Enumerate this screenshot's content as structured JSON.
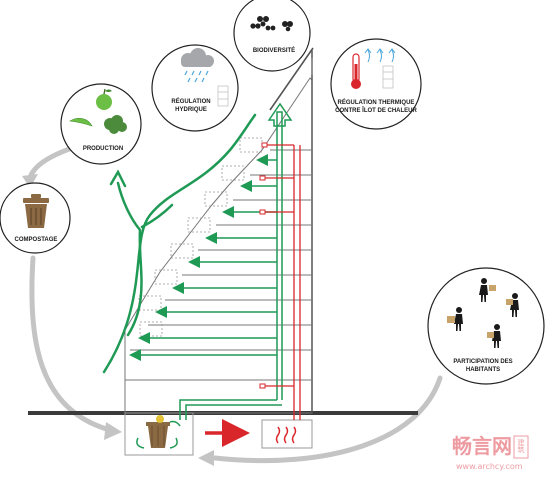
{
  "diagram": {
    "nodes": {
      "biodiversite": {
        "label": "BIODIVERSITÉ"
      },
      "regulation_hydrique": {
        "label_line1": "RÉGULATION",
        "label_line2": "HYDRIQUE"
      },
      "regulation_thermique": {
        "label_line1": "RÉGULATION THERMIQUE",
        "label_line2": "CONTRE ÎLOT DE CHALEUR"
      },
      "production": {
        "label": "PRODUCTION"
      },
      "compostage": {
        "label": "COMPOSTAGE"
      },
      "participation": {
        "label_line1": "PARTICIPATION DES",
        "label_line2": "HABITANTS"
      }
    },
    "colors": {
      "green": "#1f9a55",
      "red": "#d9262b",
      "arrow_grey": "#c4c4c4",
      "ground": "#3a3a3a",
      "bin": "#8b6a43",
      "cloud": "#a5a7ab",
      "rain": "#4aa6da"
    },
    "icons": [
      "apple-icon",
      "green-bean-icon",
      "broccoli-icon",
      "trash-bin-icon",
      "cloud-icon",
      "rain-icon",
      "butterfly-icon",
      "thermometer-icon",
      "heat-icon",
      "person-carrying-box-icon"
    ]
  },
  "watermark": {
    "brand": "畅言网",
    "badge": "建筑",
    "url": "www.archcy.com"
  }
}
